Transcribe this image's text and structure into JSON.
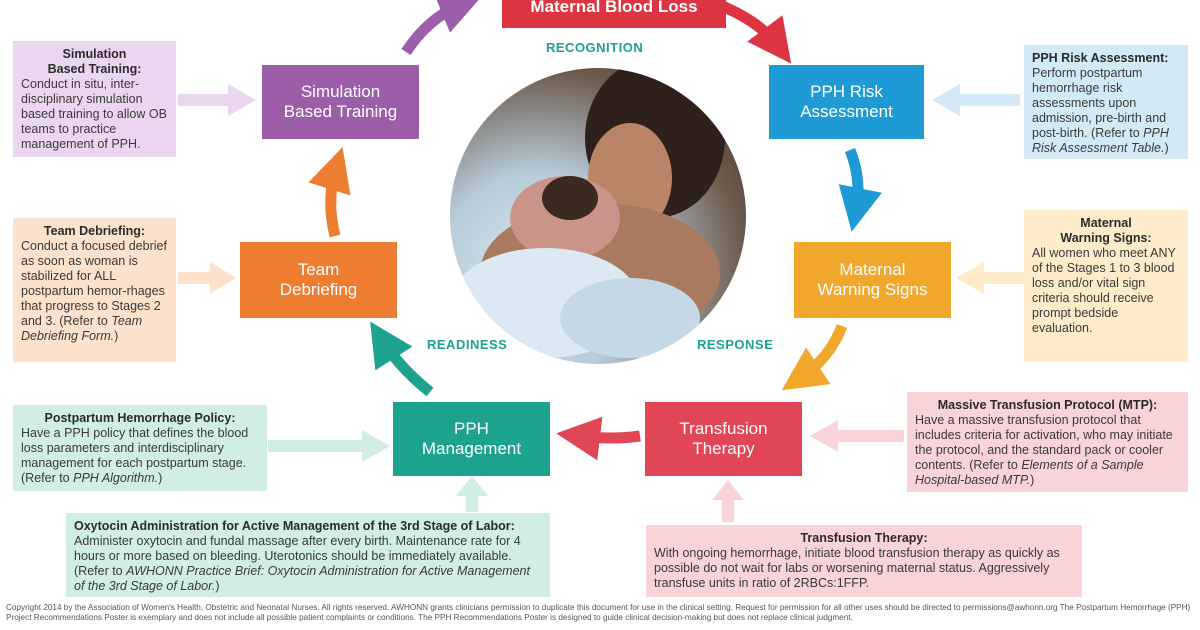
{
  "steps": {
    "maternal_blood_loss": "Maternal Blood Loss",
    "risk_assessment": [
      "PPH Risk",
      "Assessment"
    ],
    "warning_signs": [
      "Maternal",
      "Warning Signs"
    ],
    "transfusion_therapy": [
      "Transfusion",
      "Therapy"
    ],
    "pph_management": [
      "PPH",
      "Management"
    ],
    "team_debriefing": [
      "Team",
      "Debriefing"
    ],
    "simulation_training": [
      "Simulation",
      "Based Training"
    ]
  },
  "phases": {
    "recognition": "RECOGNITION",
    "readiness": "READINESS",
    "response": "RESPONSE"
  },
  "panels": {
    "simulation": {
      "title_lines": [
        "Simulation",
        "Based Training:"
      ],
      "body": "Conduct in situ, inter-disciplinary simulation based training to allow OB teams to practice management of PPH."
    },
    "debriefing": {
      "title": "Team Debriefing:",
      "body": "Conduct a focused debrief as soon as woman is stabilized for ALL postpartum hemor-rhages that progress to Stages 2 and 3. (Refer to ",
      "italic": "Team Debriefing Form.",
      "tail": ")"
    },
    "policy": {
      "title": "Postpartum Hemorrhage Policy:",
      "body": "Have a PPH policy that defines the blood loss parameters and interdisciplinary management for each postpartum stage. (Refer to ",
      "italic": "PPH Algorithm.",
      "tail": ")"
    },
    "oxytocin": {
      "title": "Oxytocin Administration for Active Management of the 3rd Stage of Labor:",
      "body": "Administer oxytocin and fundal massage after every birth. Maintenance rate for 4 hours or more based on bleeding. Uterotonics should be immediately available. (Refer to ",
      "italic": "AWHONN Practice Brief: Oxytocin Administration for Active Management of the 3rd Stage of Labor.",
      "tail": ")"
    },
    "risk": {
      "title": "PPH Risk Assessment:",
      "body": "Perform postpartum hemorrhage risk assessments upon admission, pre-birth and post-birth. (Refer to ",
      "italic": "PPH Risk Assessment Table.",
      "tail": ")"
    },
    "warning": {
      "title_lines": [
        "Maternal",
        "Warning Signs:"
      ],
      "body": "All women who meet ANY of the Stages 1 to 3 blood loss and/or vital sign criteria should receive prompt bedside evaluation."
    },
    "mtp": {
      "title": "Massive Transfusion Protocol (MTP):",
      "body": "Have a massive transfusion protocol that includes criteria for activation, who may initiate the protocol, and the standard pack or cooler contents. (Refer to ",
      "italic": "Elements of a Sample Hospital-based MTP.",
      "tail": ")"
    },
    "transfusion": {
      "title": "Transfusion Therapy:",
      "body": "With ongoing hemorrhage, initiate blood transfusion therapy as quickly as possible do not wait for labs or worsening maternal status. Aggressively transfuse units in ratio of 2RBCs:1FFP."
    }
  },
  "footer": "Copyright 2014 by the Association of Women's Health, Obstetric and Neonatal Nurses. All rights reserved. AWHONN grants clinicians permission to duplicate this document for use in the clinical setting. Request for permission for all other uses should be directed to permissions@awhonn.org The Postpartum Hemorrhage (PPH) Project Recommendations Poster is exemplary and does not include all possible patient complaints or conditions. The PPH Recommendations Poster is designed to guide clinical decision-making but does not replace clinical judgment.",
  "colors": {
    "red": "#dc3440",
    "blue": "#1e9ad6",
    "amber": "#f0a72b",
    "rose": "#e04655",
    "teal": "#1da28e",
    "orange": "#ee7d31",
    "purple": "#9c5da9",
    "panel_purple": "#ead6ee",
    "panel_orange": "#fce1cc",
    "panel_teal": "#d2ece6",
    "panel_blue": "#d4e9f6",
    "panel_amber": "#fdebc9",
    "panel_rose": "#f8d3d7"
  }
}
